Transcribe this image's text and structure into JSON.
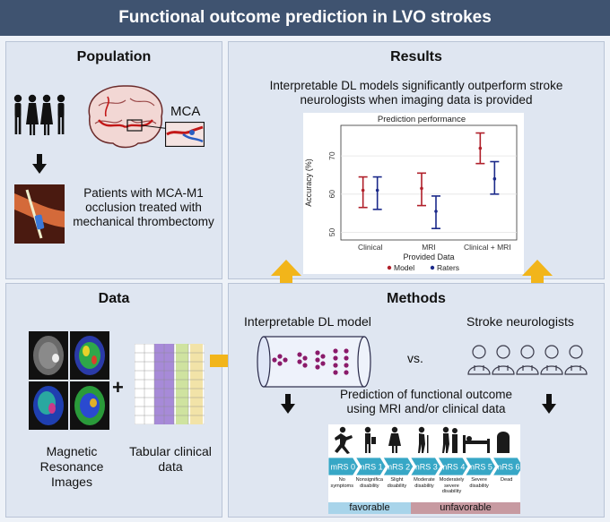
{
  "title": "Functional outcome prediction in LVO strokes",
  "population": {
    "heading": "Population",
    "mca_label": "MCA",
    "patients_text": "Patients with MCA-M1 occlusion treated with mechanical thrombectomy"
  },
  "results": {
    "heading": "Results",
    "statement": "Interpretable DL models significantly outperform stroke neurologists when imaging data is provided"
  },
  "data_panel": {
    "heading": "Data",
    "plus": "+",
    "mri_label": "Magnetic Resonance Images",
    "tabular_label": "Tabular clinical data"
  },
  "methods": {
    "heading": "Methods",
    "model_label": "Interpretable DL model",
    "vs": "vs.",
    "neurologists_label": "Stroke neurologists",
    "prediction_text": "Prediction of functional outcome using MRI and/or clinical data",
    "mrs_steps": [
      "mRS 0",
      "mRS 1",
      "mRS 2",
      "mRS 3",
      "mRS 4",
      "mRS 5",
      "mRS 6"
    ],
    "mrs_descriptions": [
      "No symptoms",
      "Nonsignificant disability",
      "Slight disability",
      "Moderate disability",
      "Moderately severe disability",
      "Severe disability",
      "Dead"
    ],
    "favorable": "favorable",
    "unfavorable": "unfavorable"
  },
  "colors": {
    "title_bar": "#3f5370",
    "panel": "#dfe6f1",
    "arrow_orange": "#f2b51a",
    "model_red": "#b0202a",
    "raters_blue": "#1c2a8a",
    "favorable_bar": "#a8d4ea",
    "unfavorable_bar": "#c79aa1",
    "mrs_teal": "#37a7c6"
  },
  "chart_data": {
    "type": "error-bar",
    "title": "Prediction performance",
    "xlabel": "Provided Data",
    "ylabel": "Accuracy (%)",
    "categories": [
      "Clinical",
      "MRI",
      "Clinical + MRI"
    ],
    "y_ticks": [
      50,
      60,
      70
    ],
    "ylim": [
      48,
      78
    ],
    "series": [
      {
        "name": "Model",
        "mean": [
          61,
          61.5,
          72
        ],
        "low": [
          56.5,
          57,
          68
        ],
        "high": [
          64.5,
          65.5,
          76
        ]
      },
      {
        "name": "Raters",
        "mean": [
          61,
          55.5,
          64
        ],
        "low": [
          56,
          51,
          60
        ],
        "high": [
          64.5,
          59.5,
          68.5
        ]
      }
    ],
    "legend_position": "bottom"
  }
}
